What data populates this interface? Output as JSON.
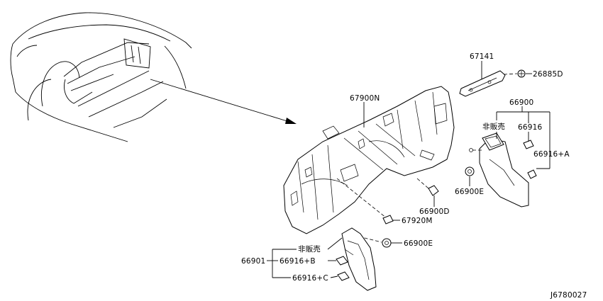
{
  "diagram_code": "J6780027",
  "not_for_sale_label": "非販売",
  "parts": {
    "p67141": "67141",
    "p26885d": "26885D",
    "p67900n": "67900N",
    "p66900": "66900",
    "p66916": "66916",
    "p66916a": "66916+A",
    "p66900e_right": "66900E",
    "p66900d": "66900D",
    "p67920m": "67920M",
    "p66900e_bottom": "66900E",
    "p66901": "66901",
    "p66916b": "66916+B",
    "p66916c": "66916+C"
  }
}
